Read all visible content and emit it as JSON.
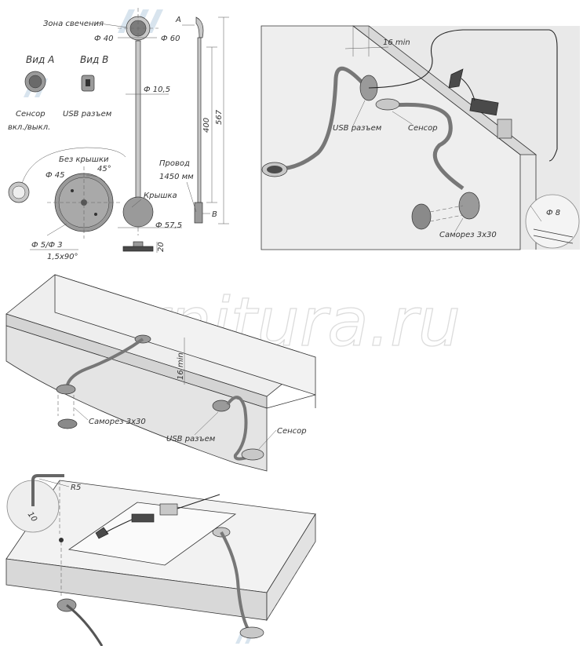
{
  "watermark": {
    "text": "furnitura.ru"
  },
  "drawing_top_left": {
    "zone_label": "Зона свечения",
    "view_a_title": "Вид А",
    "view_b_title": "Вид В",
    "sensor_label": "Сенсор",
    "sensor_sub": "вкл./выкл.",
    "usb_label": "USB разъем",
    "no_cover_label": "Без крышки",
    "cover_label": "Крышка",
    "wire_label": "Провод",
    "wire_length": "1450 мм",
    "mark_a": "A",
    "mark_b": "B",
    "d40": "Ф 40",
    "d60": "Ф 60",
    "d10_5": "Ф 10,5",
    "d45": "Ф 45",
    "angle45": "45°",
    "d57_5": "Ф 57,5",
    "d5_3": "Ф 5/Ф 3",
    "countersink": "1,5х90°",
    "h400": "400",
    "h567": "567",
    "h20": "20"
  },
  "drawing_top_right": {
    "min16": "16 min",
    "usb_label": "USB разъем",
    "sensor_label": "Сенсор",
    "screw_label": "Саморез 3х30",
    "d8": "Ф 8"
  },
  "drawing_middle": {
    "min16": "16 min",
    "screw_label": "Саморез 3х30",
    "usb_label": "USB разъем",
    "sensor_label": "Сенсор"
  },
  "drawing_bottom": {
    "r5": "R5",
    "dim10": "10"
  }
}
